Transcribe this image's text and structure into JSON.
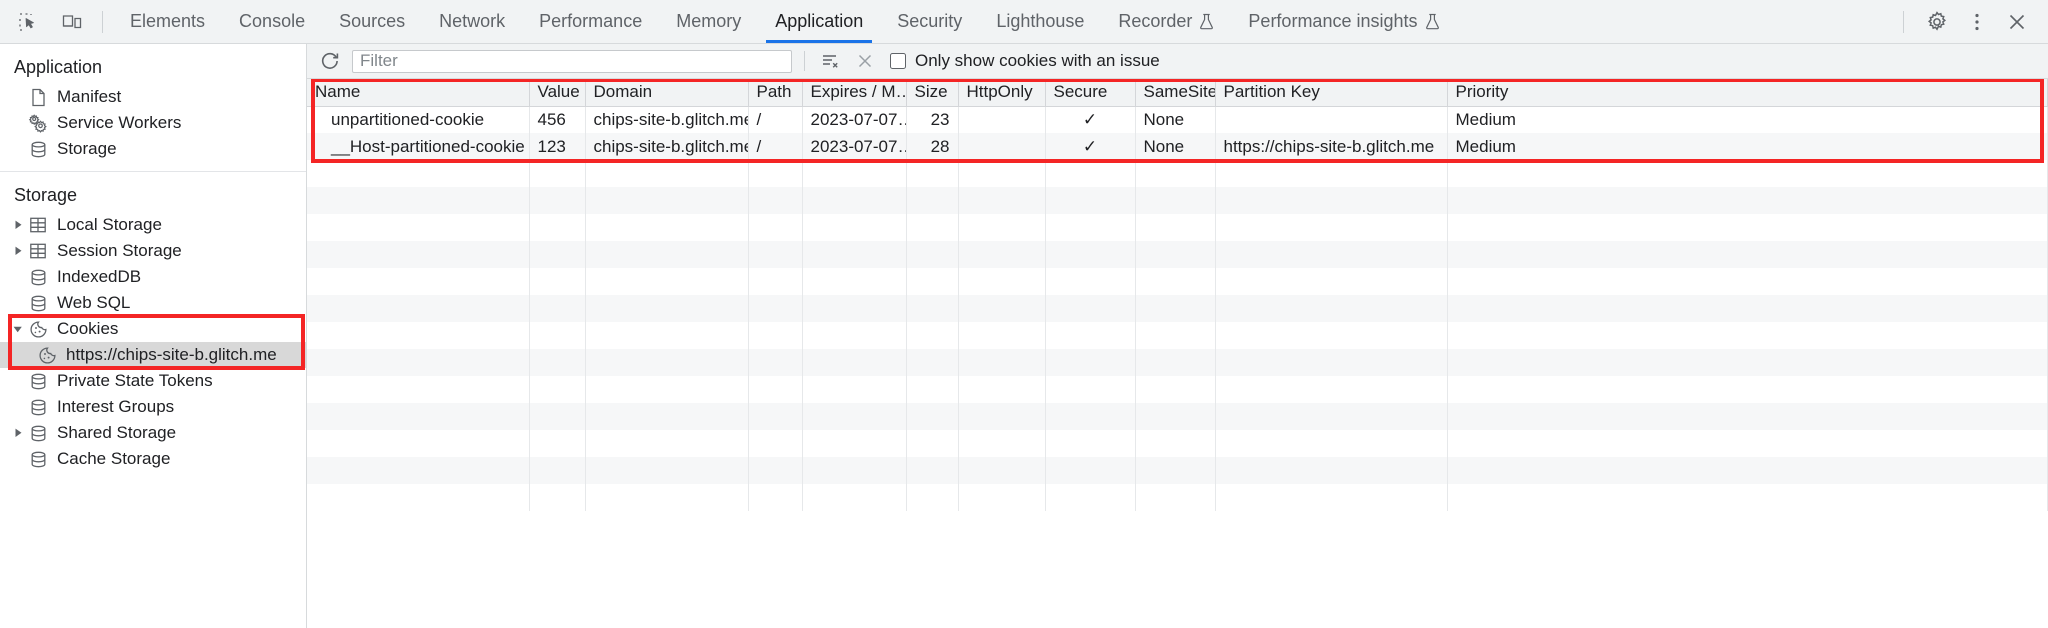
{
  "tabbar": {
    "left_icons": [
      {
        "name": "inspect-element-icon",
        "glyph": "inspect"
      },
      {
        "name": "device-toolbar-icon",
        "glyph": "device"
      }
    ],
    "tabs": [
      {
        "label": "Elements",
        "active": false,
        "experimental": false
      },
      {
        "label": "Console",
        "active": false,
        "experimental": false
      },
      {
        "label": "Sources",
        "active": false,
        "experimental": false
      },
      {
        "label": "Network",
        "active": false,
        "experimental": false
      },
      {
        "label": "Performance",
        "active": false,
        "experimental": false
      },
      {
        "label": "Memory",
        "active": false,
        "experimental": false
      },
      {
        "label": "Application",
        "active": true,
        "experimental": false
      },
      {
        "label": "Security",
        "active": false,
        "experimental": false
      },
      {
        "label": "Lighthouse",
        "active": false,
        "experimental": false
      },
      {
        "label": "Recorder",
        "active": false,
        "experimental": true
      },
      {
        "label": "Performance insights",
        "active": false,
        "experimental": true
      }
    ],
    "right_icons": [
      {
        "name": "settings-gear-icon"
      },
      {
        "name": "more-options-icon"
      },
      {
        "name": "close-devtools-icon"
      }
    ],
    "active_tab_accent": "#1a73e8"
  },
  "sidebar": {
    "sections": [
      {
        "title": "Application",
        "items": [
          {
            "label": "Manifest",
            "icon": "manifest-document-icon",
            "indent": 1,
            "twisty": "none",
            "selected": false
          },
          {
            "label": "Service Workers",
            "icon": "service-workers-gears-icon",
            "indent": 1,
            "twisty": "none",
            "selected": false
          },
          {
            "label": "Storage",
            "icon": "storage-database-icon",
            "indent": 1,
            "twisty": "none",
            "selected": false
          }
        ]
      },
      {
        "title": "Storage",
        "items": [
          {
            "label": "Local Storage",
            "icon": "table-grid-icon",
            "indent": 1,
            "twisty": "collapsed",
            "selected": false
          },
          {
            "label": "Session Storage",
            "icon": "table-grid-icon",
            "indent": 1,
            "twisty": "collapsed",
            "selected": false
          },
          {
            "label": "IndexedDB",
            "icon": "storage-database-icon",
            "indent": 1,
            "twisty": "none",
            "selected": false
          },
          {
            "label": "Web SQL",
            "icon": "storage-database-icon",
            "indent": 1,
            "twisty": "none",
            "selected": false
          },
          {
            "label": "Cookies",
            "icon": "cookie-icon",
            "indent": 1,
            "twisty": "expanded",
            "selected": false
          },
          {
            "label": "https://chips-site-b.glitch.me",
            "icon": "cookie-icon",
            "indent": 2,
            "twisty": "none",
            "selected": true
          },
          {
            "label": "Private State Tokens",
            "icon": "storage-database-icon",
            "indent": 1,
            "twisty": "none",
            "selected": false
          },
          {
            "label": "Interest Groups",
            "icon": "storage-database-icon",
            "indent": 1,
            "twisty": "none",
            "selected": false
          },
          {
            "label": "Shared Storage",
            "icon": "storage-database-icon",
            "indent": 1,
            "twisty": "collapsed",
            "selected": false
          },
          {
            "label": "Cache Storage",
            "icon": "storage-database-icon",
            "indent": 1,
            "twisty": "none",
            "selected": false
          }
        ]
      }
    ]
  },
  "toolbar": {
    "refresh_icon": "refresh-icon",
    "filter_placeholder": "Filter",
    "filter_value": "",
    "clear_all_icon": "clear-all-cookies-icon",
    "delete_icon": "delete-selected-cookie-icon",
    "only_issues_label": "Only show cookies with an issue",
    "only_issues_checked": false
  },
  "table": {
    "columns": [
      "Name",
      "Value",
      "Domain",
      "Path",
      "Expires / M…",
      "Size",
      "HttpOnly",
      "Secure",
      "SameSite",
      "Partition Key",
      "Priority"
    ],
    "rows": [
      {
        "name": "unpartitioned-cookie",
        "value": "456",
        "domain": "chips-site-b.glitch.me",
        "path": "/",
        "expires": "2023-07-07…",
        "size": "23",
        "httponly": "",
        "secure": "✓",
        "samesite": "None",
        "partition_key": "",
        "priority": "Medium"
      },
      {
        "name": "__Host-partitioned-cookie",
        "value": "123",
        "domain": "chips-site-b.glitch.me",
        "path": "/",
        "expires": "2023-07-07…",
        "size": "28",
        "httponly": "",
        "secure": "✓",
        "samesite": "None",
        "partition_key": "https://chips-site-b.glitch.me",
        "priority": "Medium"
      }
    ]
  },
  "annotations": {
    "highlight_color": "#f42525",
    "boxes": [
      {
        "name": "cookies-tree-highlight"
      },
      {
        "name": "cookies-table-highlight"
      }
    ]
  }
}
